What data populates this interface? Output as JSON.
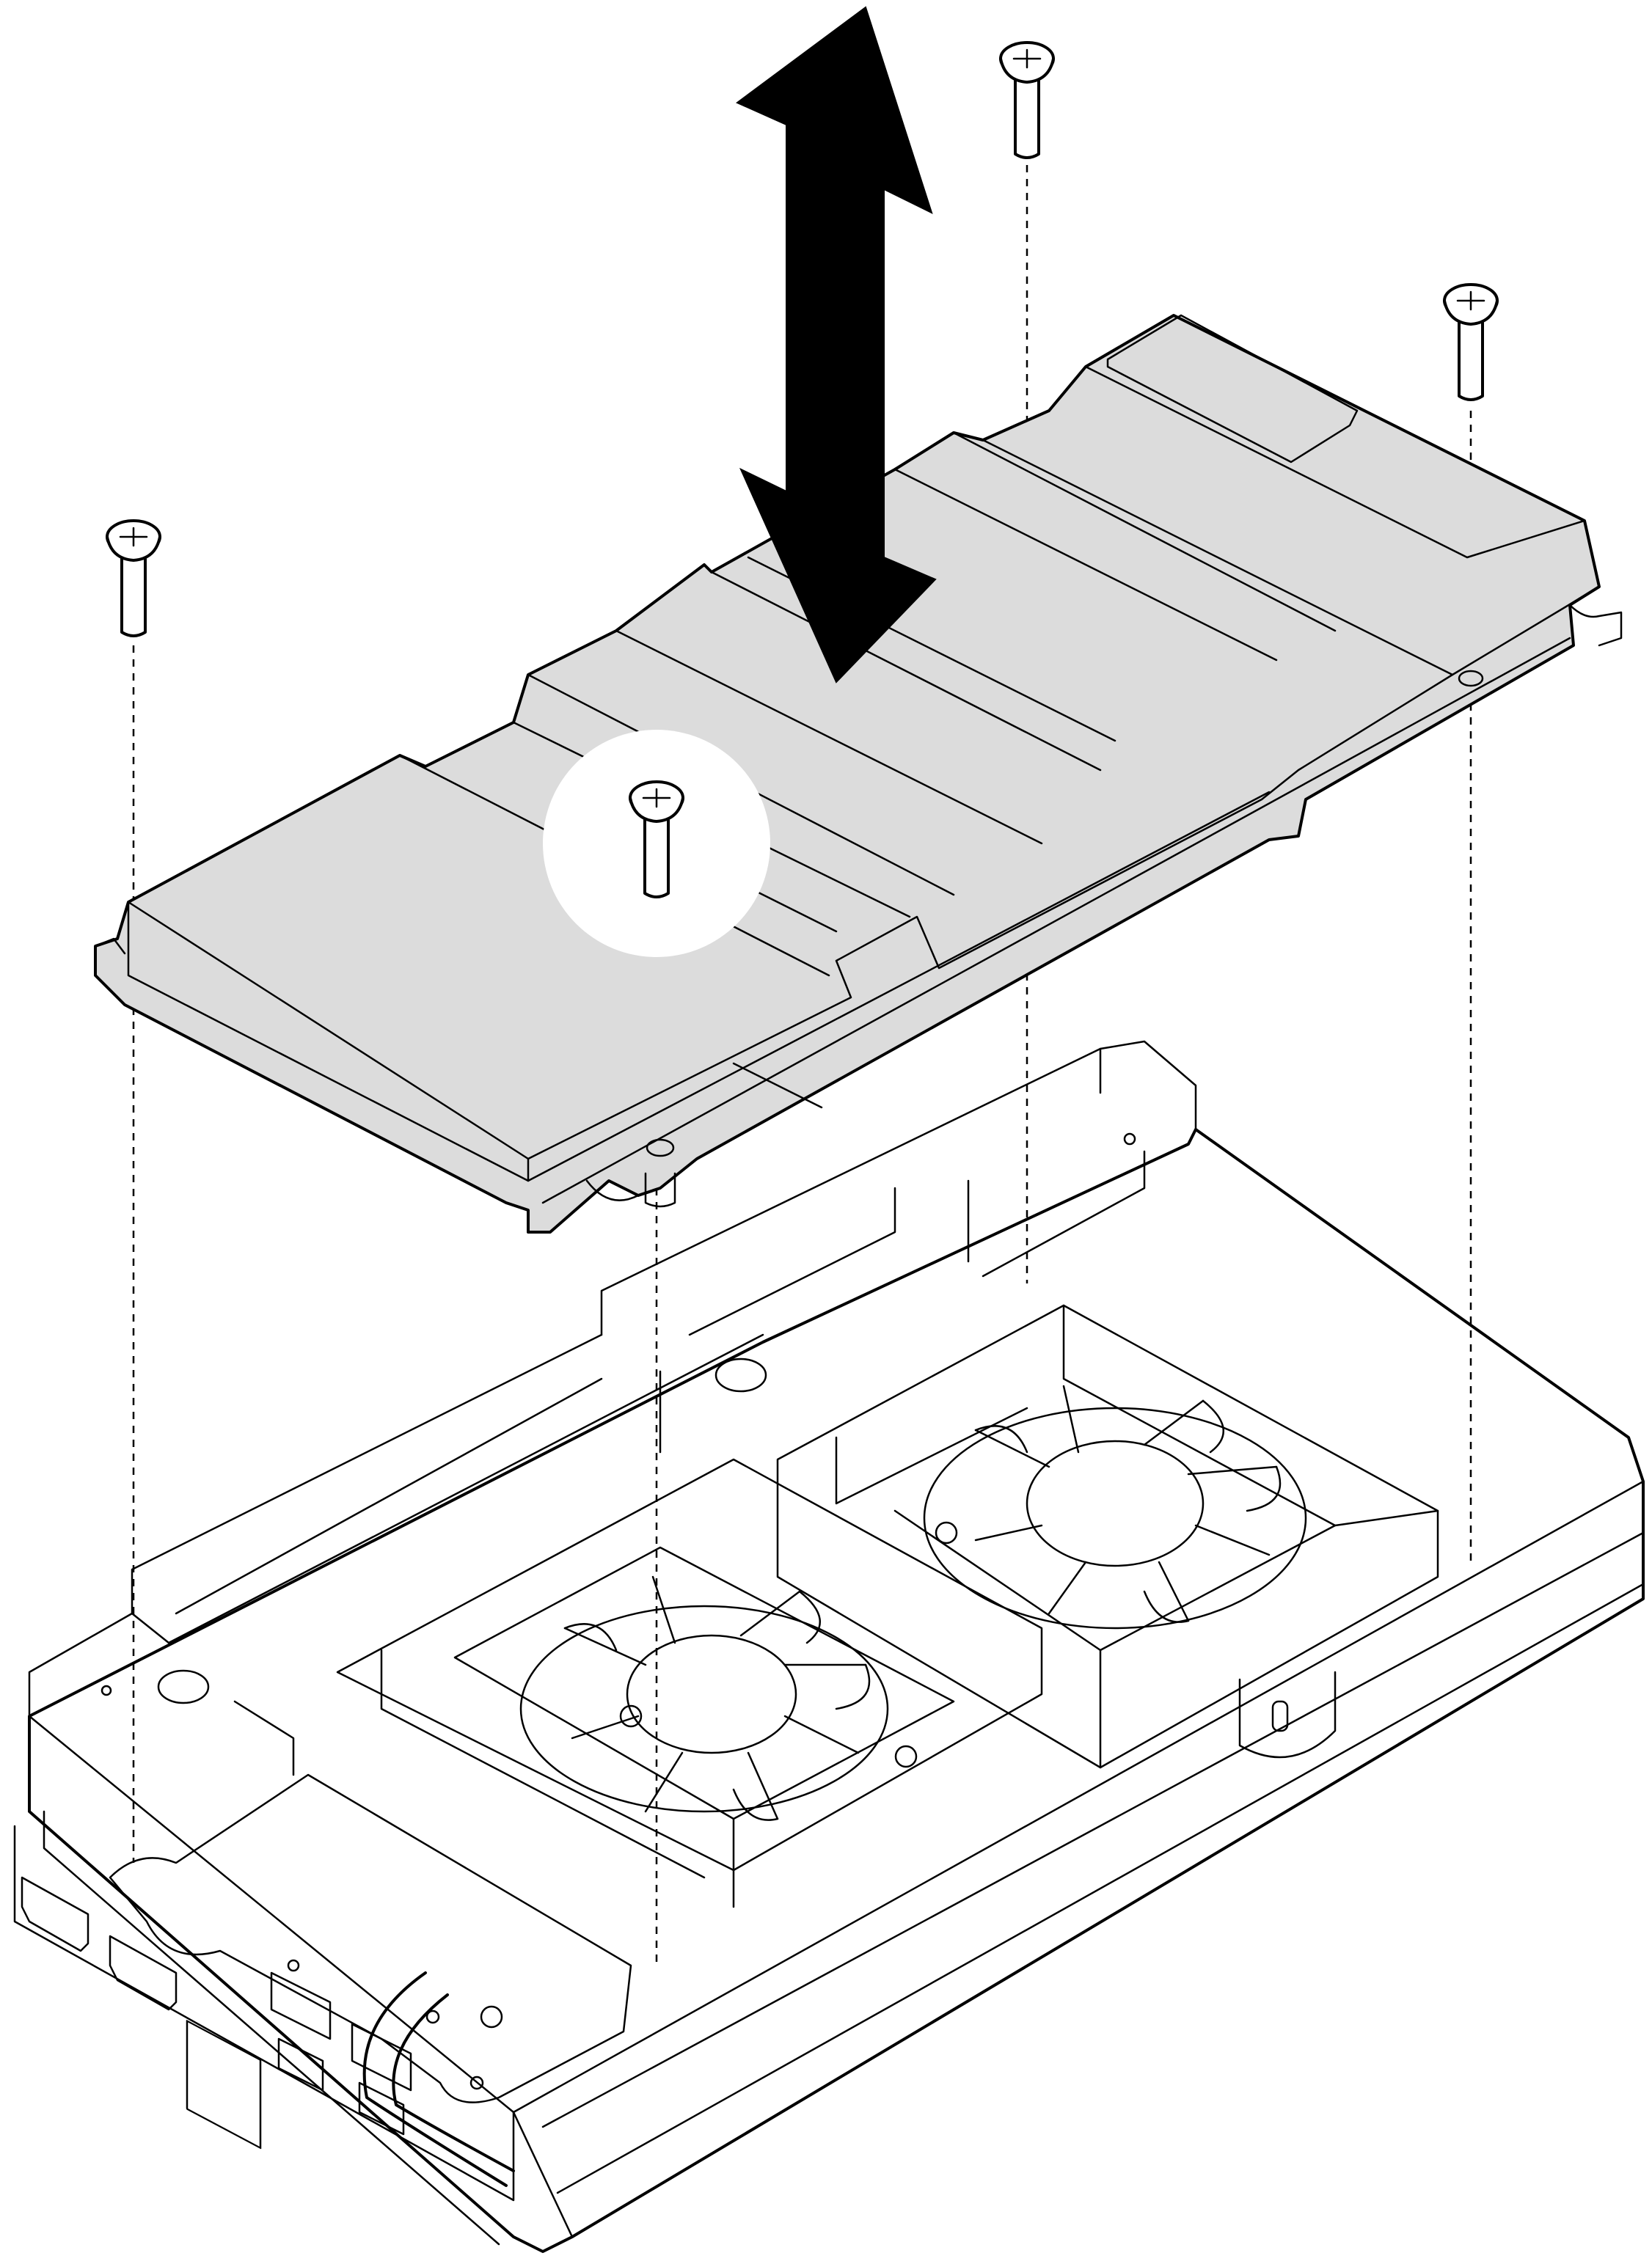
{
  "colors": {
    "background": "#ffffff",
    "line": "#000000",
    "heatsink_fill": "#dcdcdc",
    "heatsink_fill_light": "#e6e6e6",
    "highlight": "#ffffff"
  },
  "parts": {
    "heatsink": "heatsink",
    "screws": [
      "screw",
      "screw",
      "screw",
      "screw"
    ],
    "direction_arrow": "double-vertical-arrow",
    "chassis": "node-chassis",
    "fans": [
      "fan",
      "fan"
    ],
    "ports": [
      "hdmi-port",
      "hdmi-port",
      "rj45-port",
      "usb-port",
      "usb-c-port",
      "usb-port",
      "usb-c-port"
    ]
  }
}
